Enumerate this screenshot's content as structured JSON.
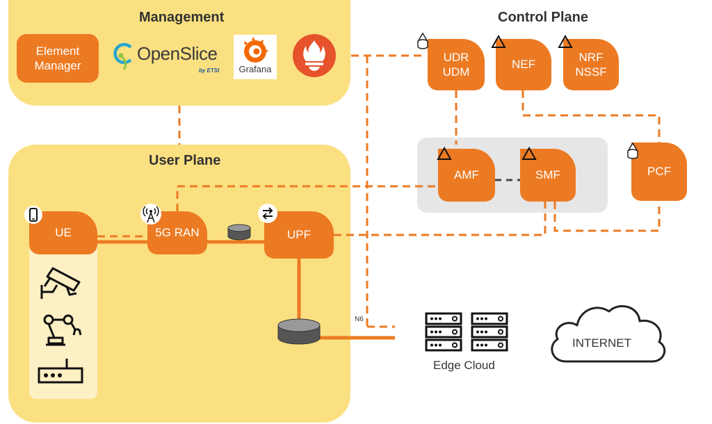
{
  "colors": {
    "accent": "#ec7a22",
    "panel": "#fbe082",
    "subpanel": "#fdf0c4",
    "group": "#e6e6e6"
  },
  "management": {
    "title": "Management",
    "element_manager": "Element\nManager",
    "openslice": "OpenSlice",
    "openslice_by": "by ETSI",
    "grafana": "Grafana",
    "prometheus_icon": "prometheus-logo"
  },
  "control_plane": {
    "title": "Control Plane",
    "udr_udm": "UDR\nUDM",
    "nef": "NEF",
    "nrf_nssf": "NRF\nNSSF",
    "amf": "AMF",
    "smf": "SMF",
    "pcf": "PCF"
  },
  "user_plane": {
    "title": "User Plane",
    "ue": "UE",
    "ran": "5G RAN",
    "upf": "UPF",
    "n6": "N6"
  },
  "edge_cloud": "Edge Cloud",
  "internet": "INTERNET",
  "icons": [
    "phone-icon",
    "antenna-icon",
    "transfer-icon",
    "camera-icon",
    "robot-arm-icon",
    "router-icon",
    "server-icon",
    "cloud-icon",
    "database-icon",
    "triangle-icon"
  ]
}
